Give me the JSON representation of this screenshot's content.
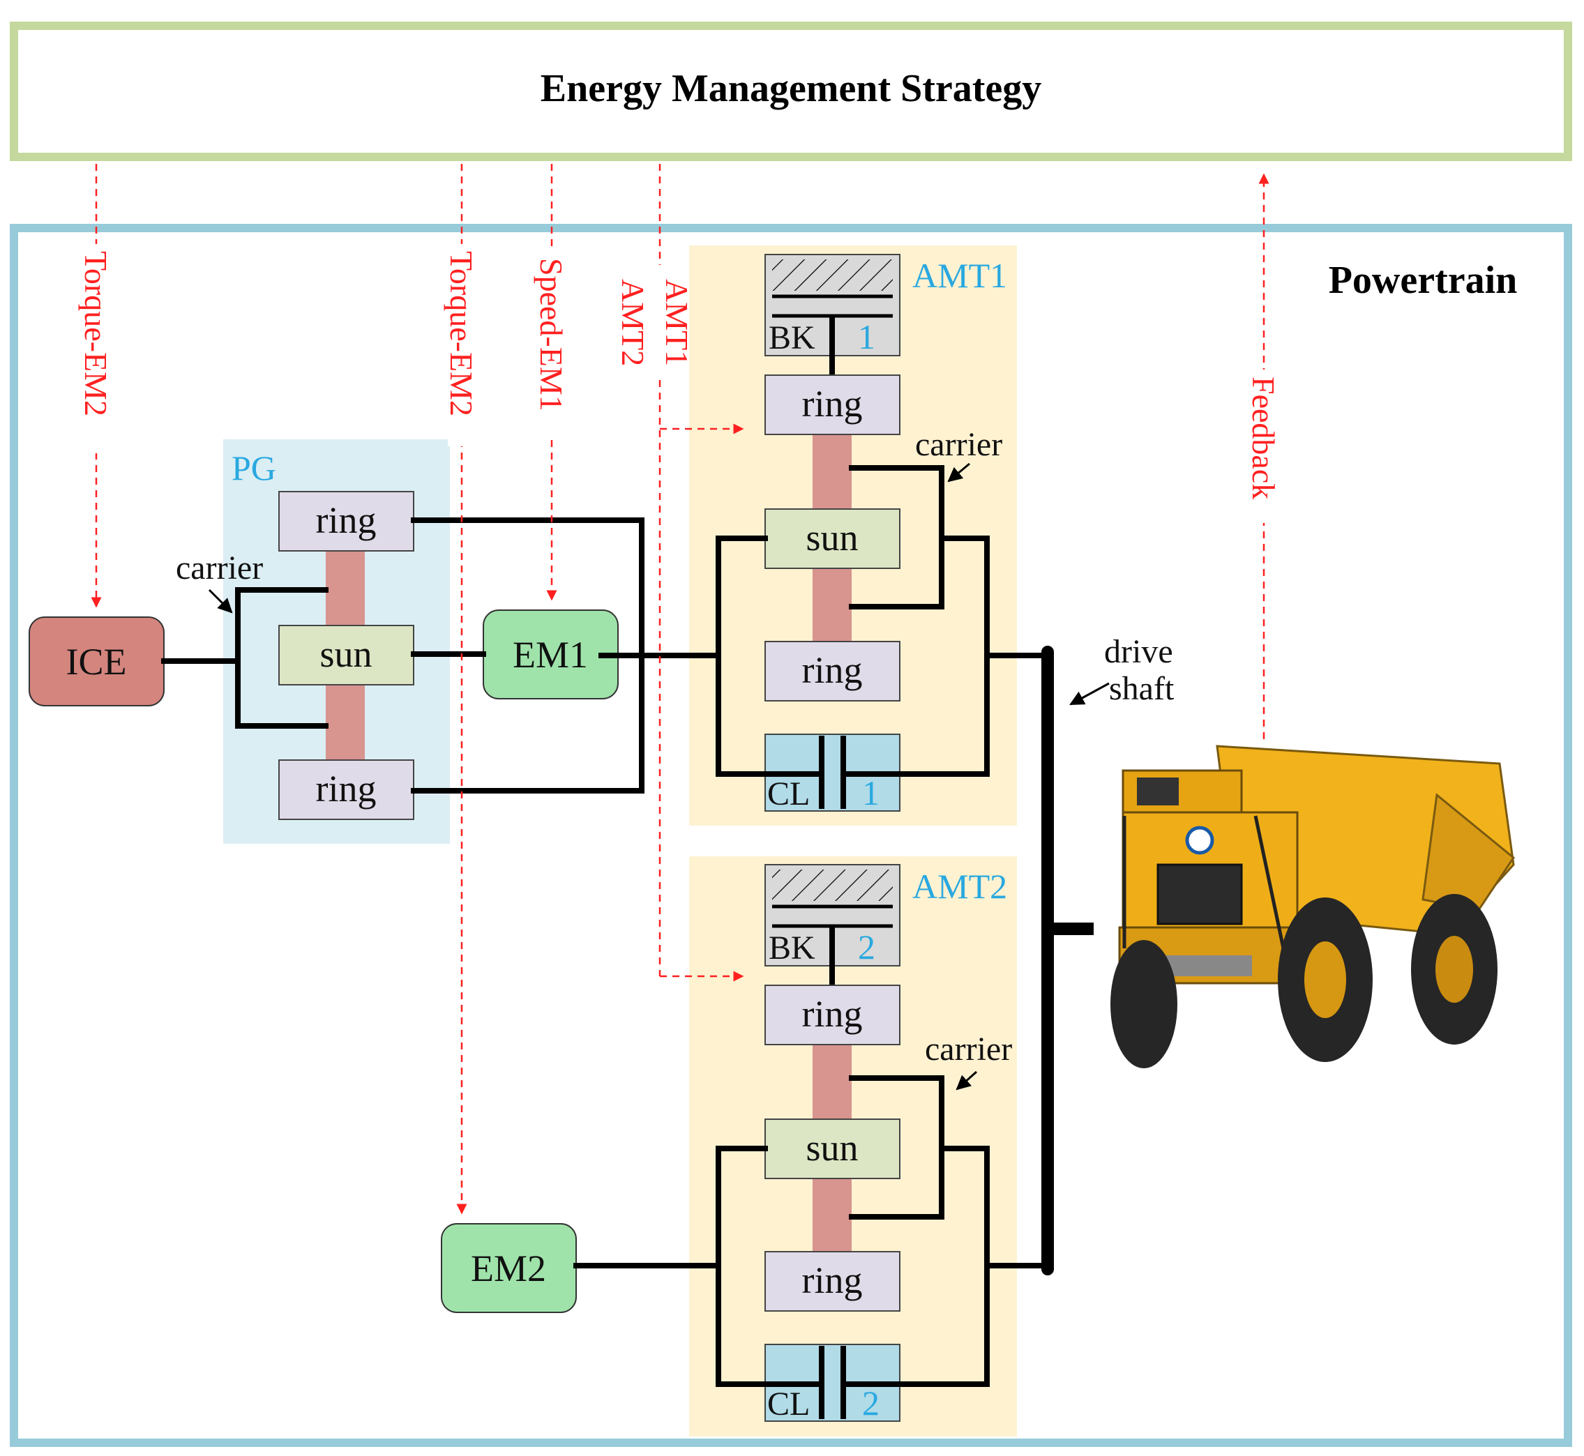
{
  "ems_title": "Energy Management Strategy",
  "powertrain_title": "Powertrain",
  "pg": {
    "label": "PG",
    "ring_top": "ring",
    "sun": "sun",
    "ring_bottom": "ring",
    "carrier": "carrier"
  },
  "ice": "ICE",
  "em1": "EM1",
  "em2": "EM2",
  "amt1": {
    "label": "AMT1",
    "bk": "BK",
    "bk_num": "1",
    "ring_top": "ring",
    "sun": "sun",
    "ring_bottom": "ring",
    "carrier": "carrier",
    "cl": "CL",
    "cl_num": "1"
  },
  "amt2": {
    "label": "AMT2",
    "bk": "BK",
    "bk_num": "2",
    "ring_top": "ring",
    "sun": "sun",
    "ring_bottom": "ring",
    "carrier": "carrier",
    "cl": "CL",
    "cl_num": "2"
  },
  "drive_shaft": [
    "drive",
    "shaft"
  ],
  "signals": {
    "torque_em2_left": "Torque-EM2",
    "torque_em2_mid": "Torque-EM2",
    "speed_em1": "Speed-EM1",
    "amt1": "AMT1",
    "amt2": "AMT2",
    "feedback": "Feedback"
  },
  "colors": {
    "ems_border": "#c5d89d",
    "powertrain_border": "#97cbd9",
    "pg_bg": "#dbeef4",
    "amt_bg": "#fef2d1",
    "ring_box": "#e0dbe8",
    "sun_box": "#dce6c4",
    "shaft": "#d8948f",
    "ice": "#d4857e",
    "em": "#9fe3aa",
    "clutch_bg": "#b0dbe7",
    "brake_bg": "#d9d9d9",
    "signal": "#ff2020",
    "label_blue": "#29a8e0"
  }
}
